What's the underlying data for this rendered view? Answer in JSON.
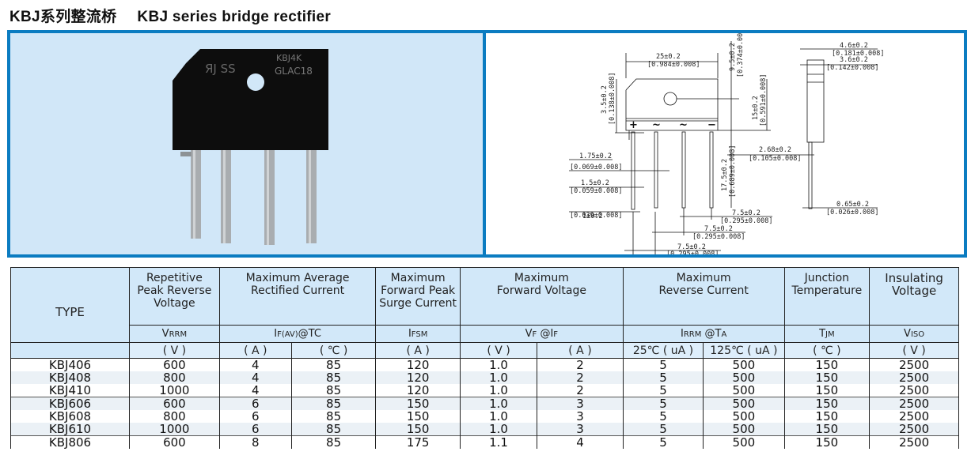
{
  "header": {
    "title_cn": "KBJ系列整流桥",
    "title_en": "KBJ series bridge rectifier"
  },
  "photo": {
    "alt": "KBJ bridge rectifier component photo",
    "marking_line1": "KBJ4K",
    "marking_line2": "GLAC18",
    "logo_text": "ЯJ SS"
  },
  "drawing": {
    "pin_labels": [
      "+",
      "~",
      "~",
      "−"
    ],
    "dims": {
      "width_mm": "25±0.2",
      "width_in": "[0.984±0.008]",
      "top_h_mm": "9.5±0.2",
      "top_h_in": "[0.374±0.008]",
      "body_h_mm": "15±0.2",
      "body_h_in": "[0.591±0.008]",
      "hole_mm": "3.5±0.2",
      "hole_in": "[0.138±0.008]",
      "lead_len_mm": "17.5±0.2",
      "lead_len_in": "[0.689±0.008]",
      "lead_w1_mm": "1.75±0.2",
      "lead_w1_in": "[0.069±0.008]",
      "lead_w2_mm": "1.5±0.2",
      "lead_w2_in": "[0.059±0.008]",
      "lead_w3_mm": "1±0.2",
      "lead_w3_in": "[0.039±0.008]",
      "pitch_mm": "7.5±0.2",
      "pitch_in": "[0.295±0.008]",
      "side_off_mm": "2.68±0.2",
      "side_off_in": "[0.105±0.008]",
      "thick1_mm": "4.6±0.2",
      "thick1_in": "[0.181±0.008]",
      "thick2_mm": "3.6±0.2",
      "thick2_in": "[0.142±0.008]",
      "lead_t_mm": "0.65±0.2",
      "lead_t_in": "[0.026±0.008]"
    }
  },
  "table": {
    "headers": {
      "type": "TYPE",
      "vrrm_title": [
        "Repetitive",
        "Peak Reverse",
        "Voltage"
      ],
      "if_title": [
        "Maximum Average",
        "Rectified Current"
      ],
      "ifsm_title": [
        "Maximum",
        "Forward Peak",
        "Surge Current"
      ],
      "vf_title": [
        "Maximum",
        "Forward Voltage"
      ],
      "irrm_title": [
        "Maximum",
        "Reverse Current"
      ],
      "tjm_title": [
        "Junction",
        "Temperature"
      ],
      "viso_title": [
        "Insulating",
        "Voltage"
      ]
    },
    "symbols": {
      "vrrm": {
        "main": "V",
        "sub": "RRM"
      },
      "if": {
        "main": "I",
        "sub": "F(AV)",
        "rest": "@T",
        "sub2": "C"
      },
      "ifsm": {
        "main": "I",
        "sub": "FSM"
      },
      "vf": {
        "main": "V",
        "sub": "F",
        "rest": " @I",
        "sub2": "F"
      },
      "irrm": {
        "main": "I",
        "sub": "RRM",
        "rest": " @T",
        "sub2": "A"
      },
      "tjm": {
        "main": "T",
        "sub": "JM"
      },
      "viso": {
        "main": "V",
        "sub": "ISO"
      }
    },
    "units": [
      "( V )",
      "( A )",
      "( ℃ )",
      "( A )",
      "( V )",
      "( A )",
      "25℃ ( uA )",
      "125℃ ( uA )",
      "( ℃ )",
      "( V )"
    ],
    "rows": [
      [
        "KBJ406",
        "600",
        "4",
        "85",
        "120",
        "1.0",
        "2",
        "5",
        "500",
        "150",
        "2500"
      ],
      [
        "KBJ408",
        "800",
        "4",
        "85",
        "120",
        "1.0",
        "2",
        "5",
        "500",
        "150",
        "2500"
      ],
      [
        "KBJ410",
        "1000",
        "4",
        "85",
        "120",
        "1.0",
        "2",
        "5",
        "500",
        "150",
        "2500"
      ],
      [
        "KBJ606",
        "600",
        "6",
        "85",
        "150",
        "1.0",
        "3",
        "5",
        "500",
        "150",
        "2500"
      ],
      [
        "KBJ608",
        "800",
        "6",
        "85",
        "150",
        "1.0",
        "3",
        "5",
        "500",
        "150",
        "2500"
      ],
      [
        "KBJ610",
        "1000",
        "6",
        "85",
        "150",
        "1.0",
        "3",
        "5",
        "500",
        "150",
        "2500"
      ],
      [
        "KBJ806",
        "600",
        "8",
        "85",
        "175",
        "1.1",
        "4",
        "5",
        "500",
        "150",
        "2500"
      ]
    ]
  },
  "colors": {
    "frame_blue": "#0b7cc1",
    "panel_light_blue": "#d1e7f8",
    "header_blue": "#d2e8f9",
    "row_stripe": "#ebf1f6"
  }
}
